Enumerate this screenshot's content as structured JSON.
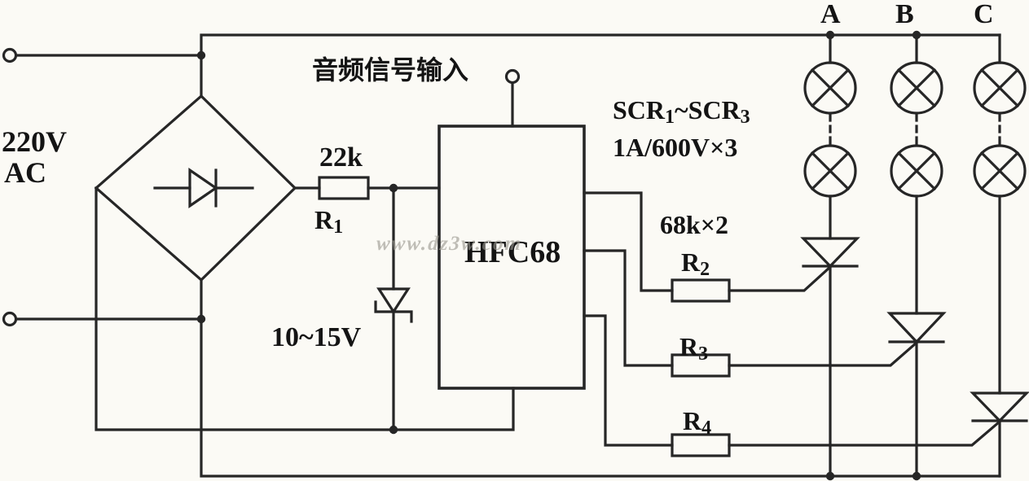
{
  "power_source": {
    "voltage": "220V",
    "type": "AC"
  },
  "audio_input_label": "音频信号输入",
  "r1": {
    "value": "22k",
    "ref": "R",
    "sub": "1"
  },
  "zener": {
    "value": "10~15V"
  },
  "ic": {
    "part_number": "HFC68"
  },
  "scr_note": {
    "prefix": "SCR",
    "sub_start": "1",
    "middle": "~SCR",
    "sub_end": "3",
    "rating": "1A/600V×3"
  },
  "r23_value": "68k×2",
  "r2": {
    "ref": "R",
    "sub": "2"
  },
  "r3": {
    "ref": "R",
    "sub": "3"
  },
  "r4": {
    "ref": "R",
    "sub": "4"
  },
  "phase_labels": {
    "a": "A",
    "b": "B",
    "c": "C"
  },
  "watermark": "www.dz3w.com",
  "colors": {
    "line": "#262626",
    "text": "#141414",
    "background": "#fbfaf5",
    "watermark": "#9b9990"
  }
}
